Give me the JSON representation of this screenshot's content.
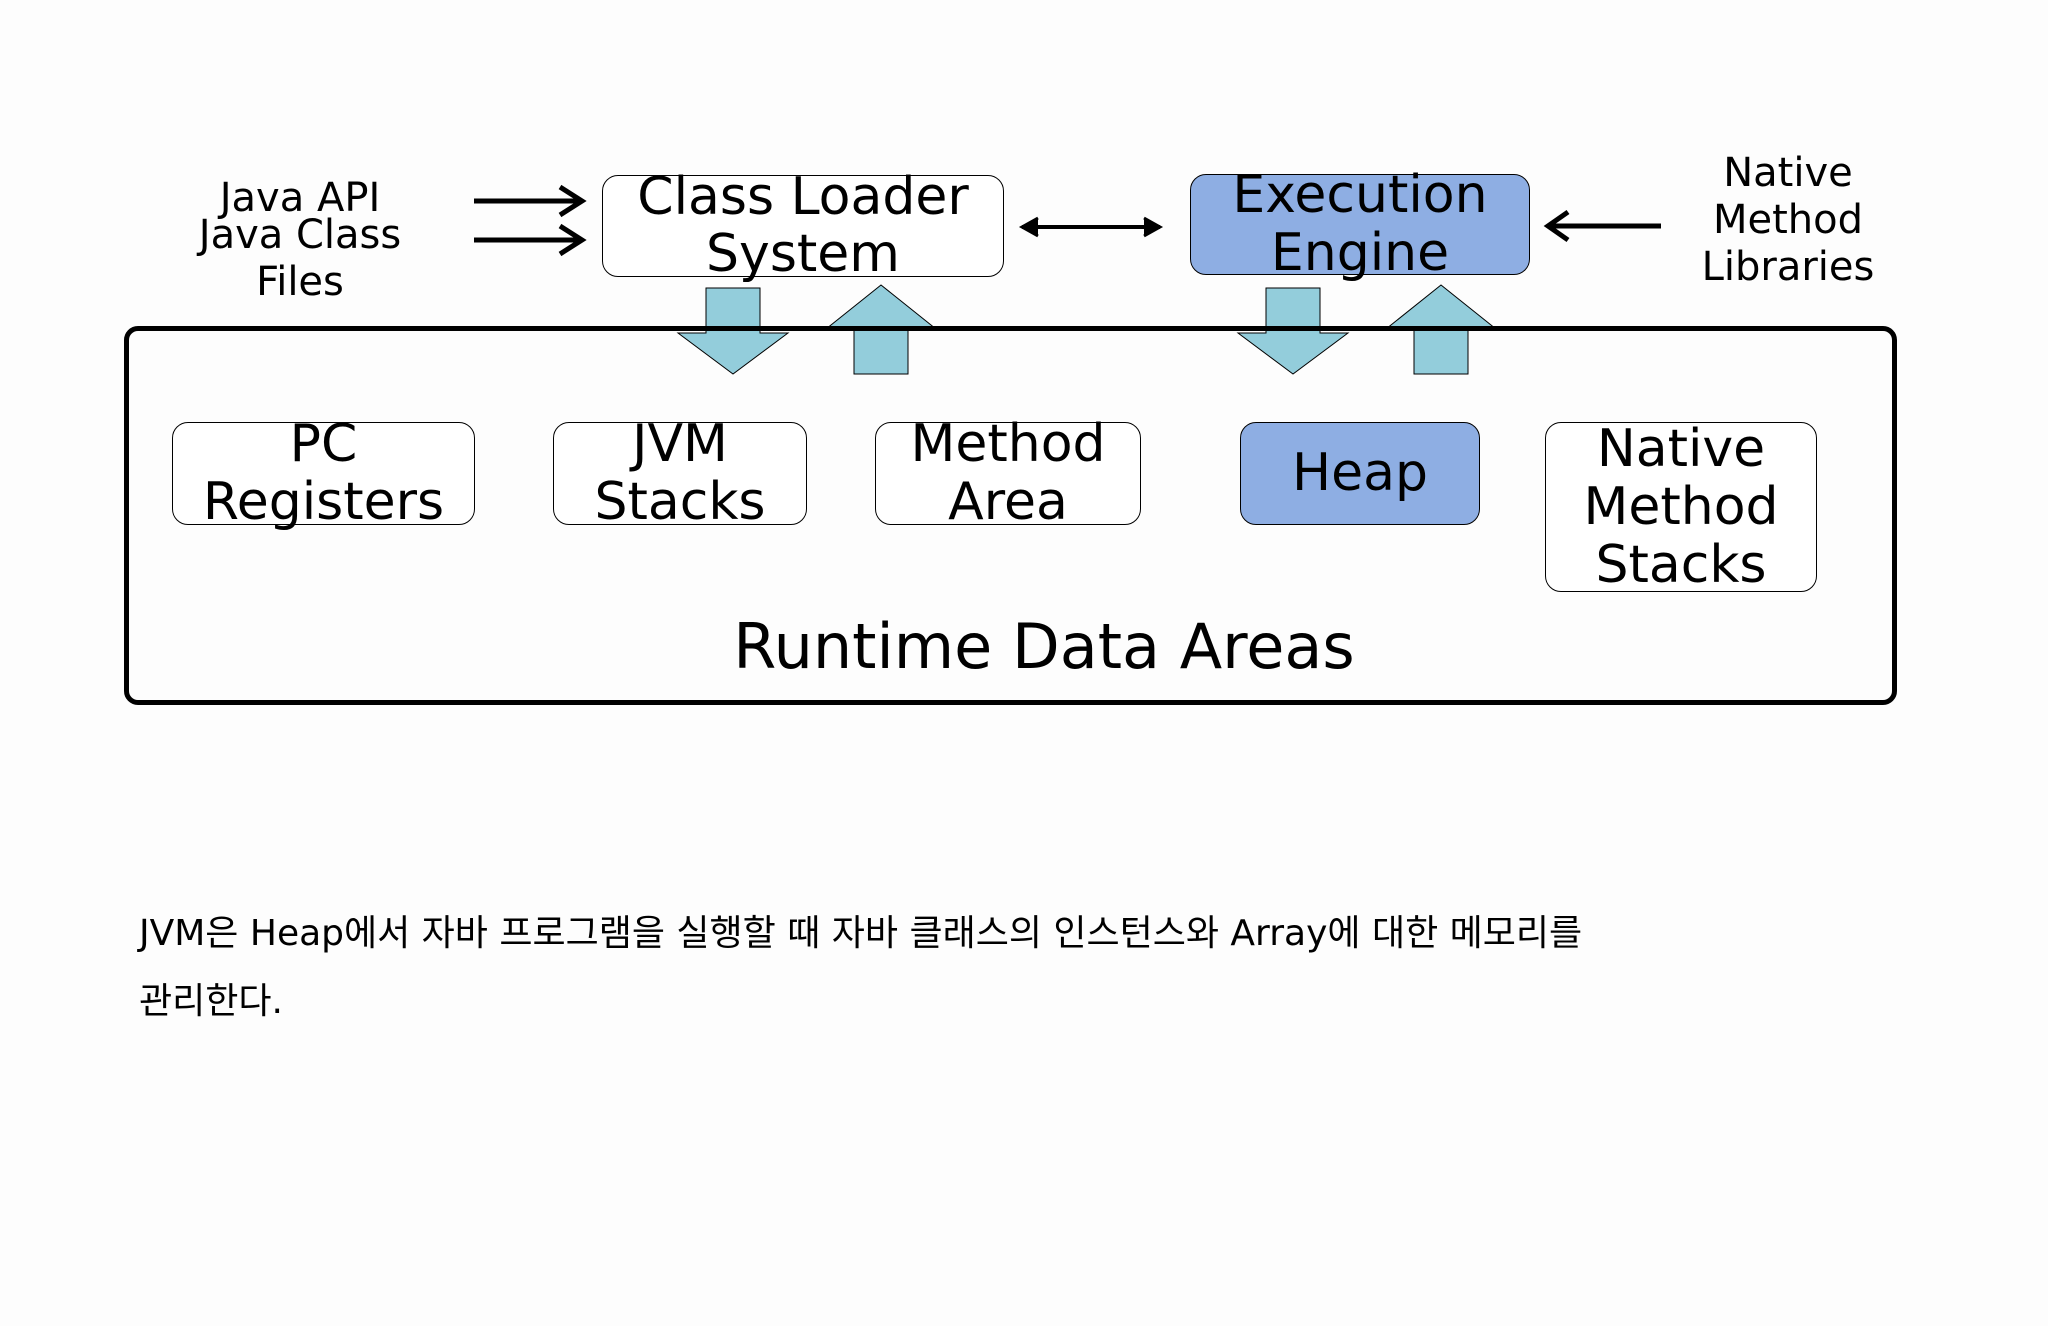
{
  "inputs": {
    "java_api": "Java API",
    "java_class_files": [
      "Java Class",
      "Files"
    ]
  },
  "native_libraries": [
    "Native",
    "Method",
    "Libraries"
  ],
  "class_loader": [
    "Class Loader",
    "System"
  ],
  "execution_engine": [
    "Execution",
    "Engine"
  ],
  "runtime_data_areas": {
    "title": "Runtime Data Areas",
    "areas": [
      {
        "lines": [
          "PC",
          "Registers"
        ]
      },
      {
        "lines": [
          "JVM",
          "Stacks"
        ]
      },
      {
        "lines": [
          "Method",
          "Area"
        ]
      },
      {
        "lines": [
          "Heap"
        ]
      },
      {
        "lines": [
          "Native",
          "Method",
          "Stacks"
        ]
      }
    ]
  },
  "caption": {
    "line1": "JVM은 Heap에서 자바 프로그램을 실행할 때 자바 클래스의 인스턴스와 Array에 대한 메모리를",
    "line2": "관리한다."
  },
  "colors": {
    "highlight_box": "#8eaee3",
    "flow_arrow": "#93cddb",
    "line": "#000000"
  }
}
